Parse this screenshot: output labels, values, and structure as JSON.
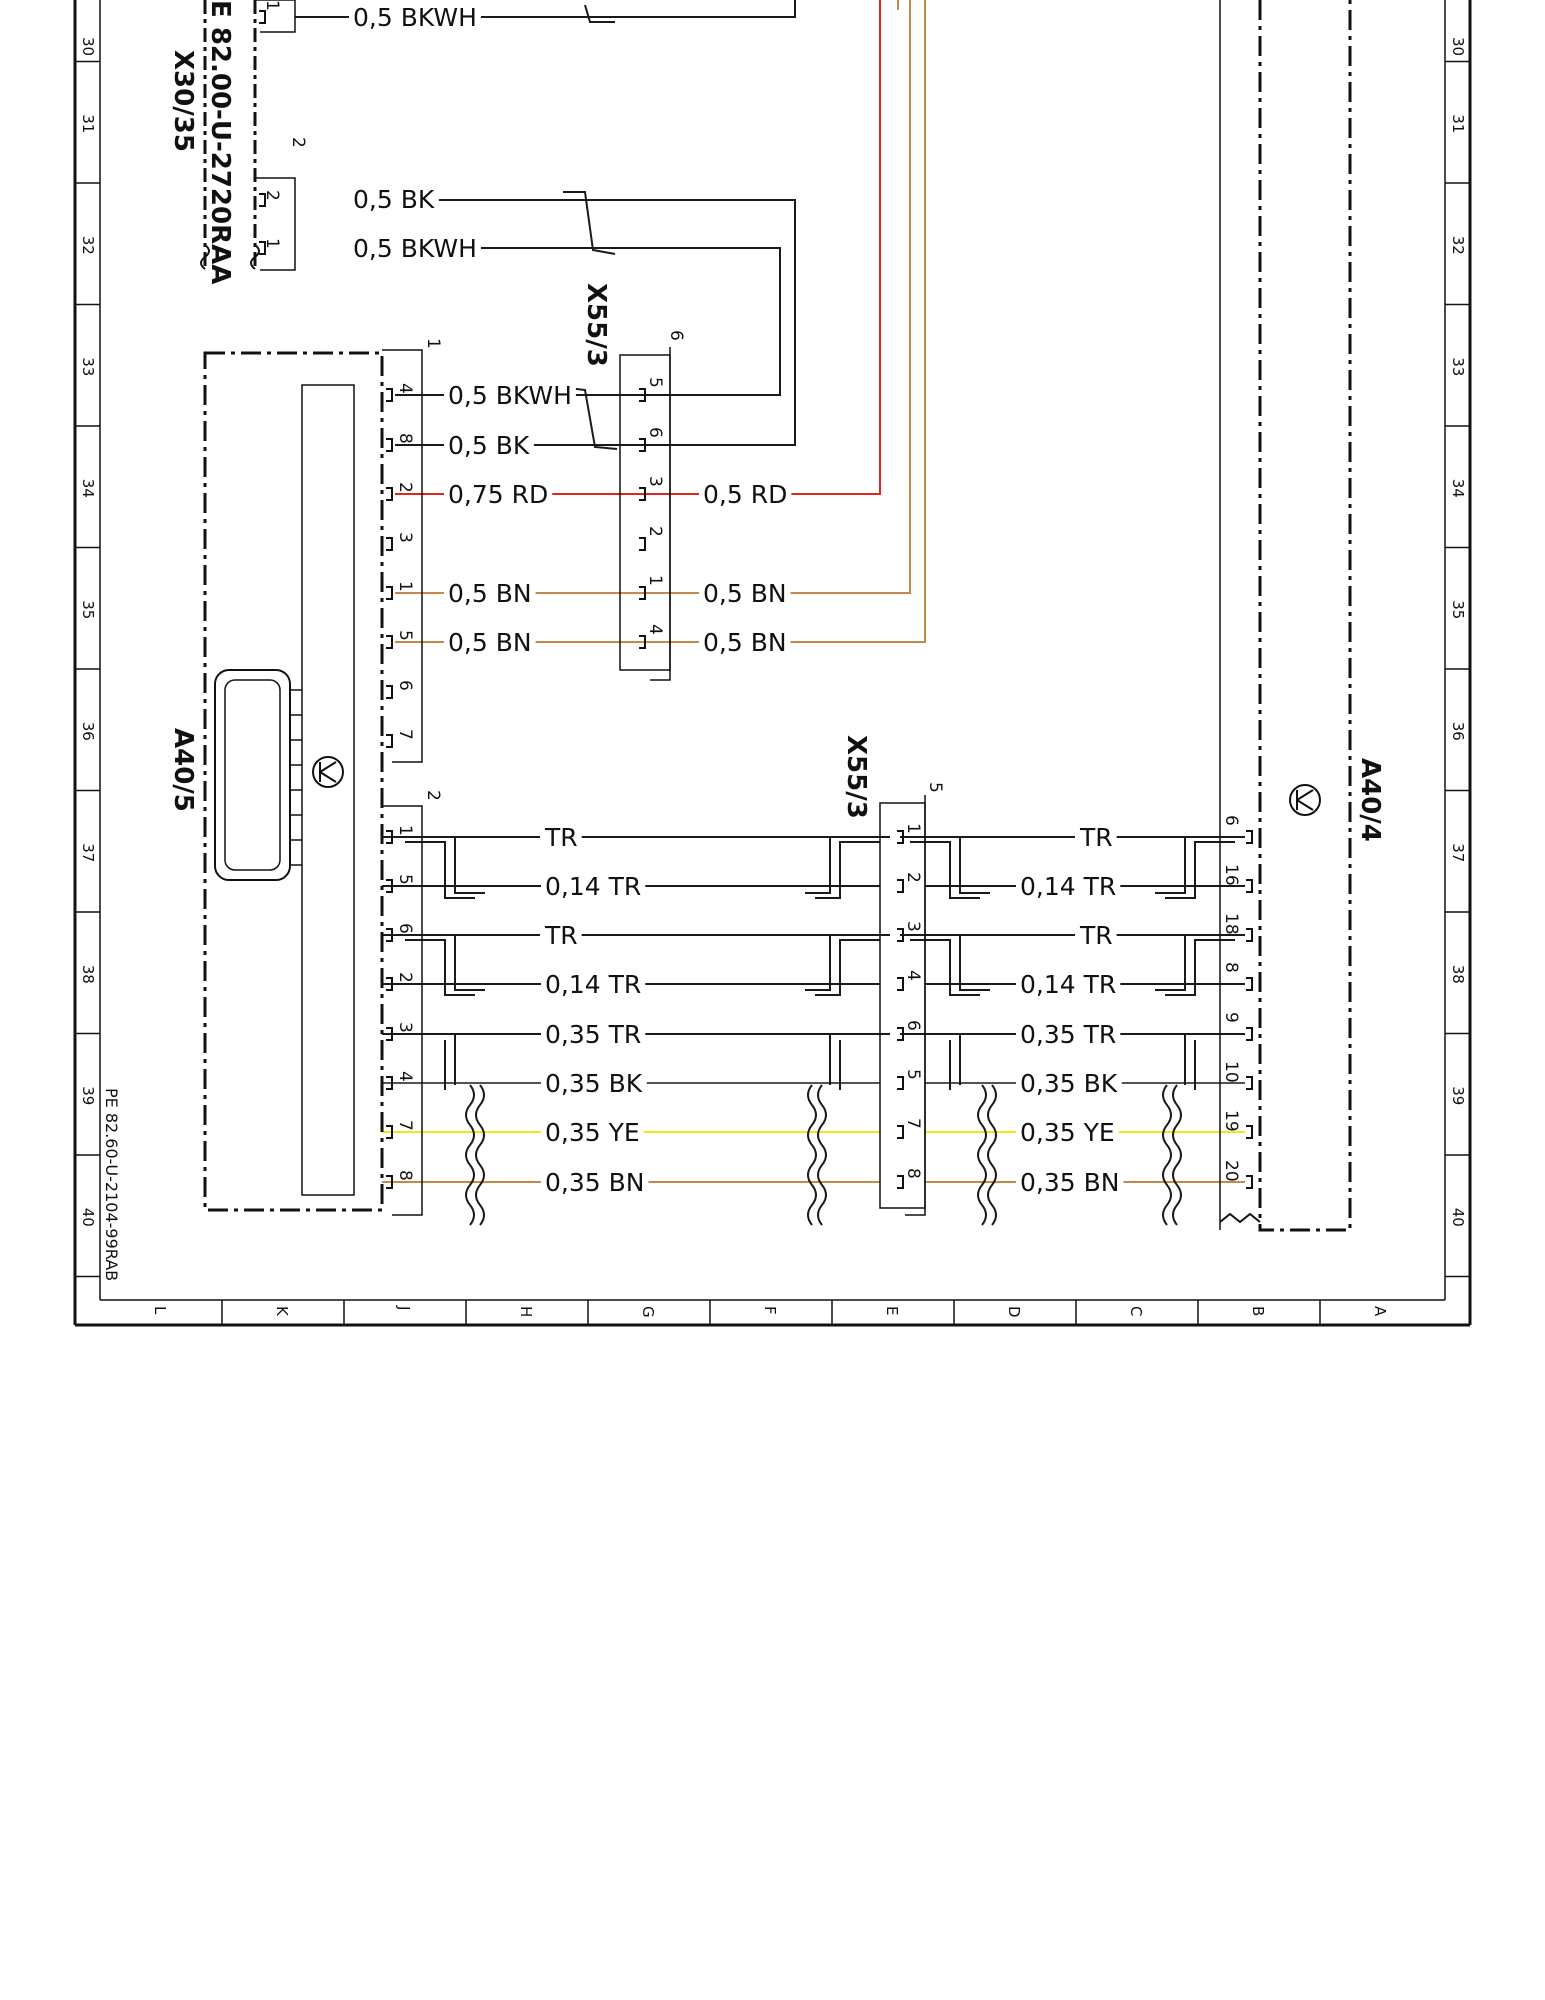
{
  "components": {
    "x30_35": "X30/35",
    "x30_35_ref": "E 82.00-U-2720RAA",
    "x55_3_upper": "X55/3",
    "x55_3_lower": "X55/3",
    "a40_5": "A40/5",
    "a40_4": "A40/4"
  },
  "connector_numbers": {
    "x30_35_top": "2",
    "x55_3_upper": "6",
    "a40_5_upper": "1",
    "a40_5_lower": "2",
    "x55_3_lower": "5"
  },
  "page_reference": "PE 82.60-U-2104-99RAB",
  "grid": {
    "rows": [
      "30",
      "31",
      "32",
      "33",
      "34",
      "35",
      "36",
      "37",
      "38",
      "39",
      "40"
    ],
    "columns": [
      "L",
      "K",
      "J",
      "H",
      "G",
      "F",
      "E",
      "D",
      "C",
      "B",
      "A"
    ]
  },
  "colors": {
    "BK": "#1a1a1a",
    "RD": "#e3241b",
    "BN": "#c48a4a",
    "YE": "#eeea1a",
    "TR": "#1a1a1a"
  },
  "wires": {
    "top_bkwh": "0,5 BKWH",
    "x30_pin2": "0,5 BK",
    "x30_pin1": "0,5 BKWH",
    "a5_pin4": "0,5 BKWH",
    "a5_pin8": "0,5 BK",
    "a5_pin2": "0,75 RD",
    "x55_pin3": "0,5 RD",
    "a5_pin1": "0,5 BN",
    "x55_pin1": "0,5 BN",
    "a5_pin5": "0,5 BN",
    "x55_pin4": "0,5 BN",
    "bus": [
      {
        "left": "TR",
        "right": "TR"
      },
      {
        "left": "0,14 TR",
        "right": "0,14 TR"
      },
      {
        "left": "TR",
        "right": "TR"
      },
      {
        "left": "0,14 TR",
        "right": "0,14 TR"
      },
      {
        "left": "0,35 TR",
        "right": "0,35 TR"
      },
      {
        "left": "0,35 BK",
        "right": "0,35 BK"
      },
      {
        "left": "0,35 YE",
        "right": "0,35 YE"
      },
      {
        "left": "0,35 BN",
        "right": "0,35 BN"
      }
    ]
  },
  "pins": {
    "x30_35": [
      "2",
      "1"
    ],
    "x30_top": "1",
    "a40_5_upper": [
      "4",
      "8",
      "2",
      "3",
      "1",
      "5",
      "6",
      "7"
    ],
    "x55_3_upper": [
      "5",
      "6",
      "3",
      "2",
      "1",
      "4"
    ],
    "a40_5_lower": [
      "1",
      "5",
      "6",
      "2",
      "3",
      "4",
      "7",
      "8"
    ],
    "x55_3_lower": [
      "1",
      "2",
      "3",
      "4",
      "6",
      "5",
      "7",
      "8"
    ],
    "a40_4": [
      "6",
      "16",
      "18",
      "8",
      "9",
      "10",
      "19",
      "20"
    ]
  }
}
